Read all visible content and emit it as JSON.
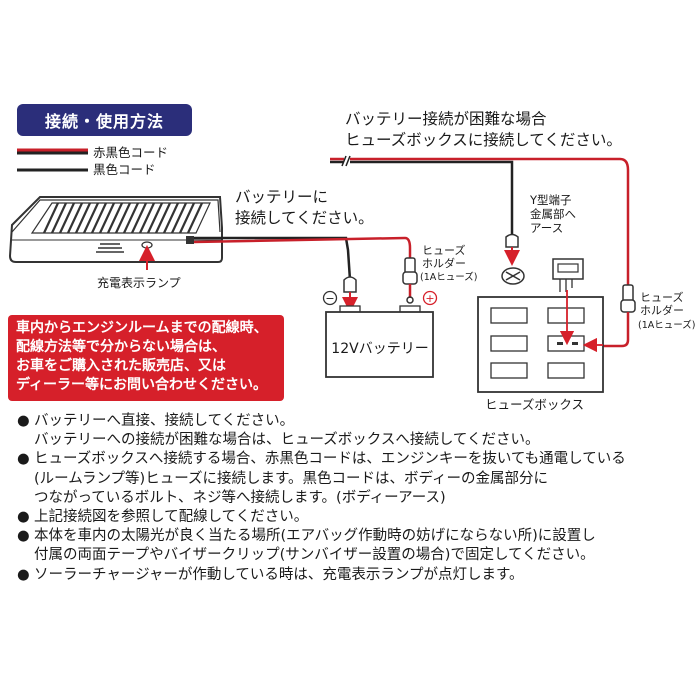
{
  "section_title": "接続・使用方法",
  "legend": {
    "red_black_cord": "赤黒色コード",
    "black_cord": "黒色コード"
  },
  "labels": {
    "fuse_box_note_line1": "バッテリー接続が困難な場合",
    "fuse_box_note_line2": "ヒューズボックスに接続してください。",
    "battery_note_line1": "バッテリーに",
    "battery_note_line2": "接続してください。",
    "indicator_lamp": "充電表示ランプ",
    "fuse_holder_left_line1": "ヒューズ",
    "fuse_holder_left_line2": "ホルダー",
    "fuse_holder_left_line3": "(1Aヒューズ)",
    "fuse_holder_right_line1": "ヒューズ",
    "fuse_holder_right_line2": "ホルダー",
    "fuse_holder_right_line3": "(1Aヒューズ)",
    "y_terminal_line1": "Y型端子",
    "y_terminal_line2": "金属部へ",
    "y_terminal_line3": "アース",
    "battery": "12Vバッテリー",
    "minus": "−",
    "plus": "+",
    "fuse_box": "ヒューズボックス"
  },
  "notice": [
    "車内からエンジンルームまでの配線時、",
    "配線方法等で分からない場合は、",
    "お車をご購入された販売店、又は",
    "ディーラー等にお問い合わせください。"
  ],
  "instructions": [
    {
      "bullet": "●",
      "lines": [
        "バッテリーへ直接、接続してください。",
        "バッテリーへの接続が困難な場合は、ヒューズボックスへ接続してください。"
      ]
    },
    {
      "bullet": "●",
      "lines": [
        "ヒューズボックスへ接続する場合、赤黒色コードは、エンジンキーを抜いても通電している",
        "(ルームランプ等)ヒューズに接続します。黒色コードは、ボディーの金属部分に",
        "つながっているボルト、ネジ等へ接続します。(ボディーアース)"
      ]
    },
    {
      "bullet": "●",
      "lines": [
        "上記接続図を参照して配線してください。"
      ]
    },
    {
      "bullet": "●",
      "lines": [
        "本体を車内の太陽光が良く当たる場所(エアバッグ作動時の妨げにならない所)に設置し",
        "付属の両面テープやバイザークリップ(サンバイザー設置の場合)で固定してください。"
      ]
    },
    {
      "bullet": "●",
      "lines": [
        "ソーラーチャージャーが作動している時は、充電表示ランプが点灯します。"
      ]
    }
  ],
  "colors": {
    "title_bg": "#2b2e7a",
    "notice_bg": "#d6202a",
    "red_cord": "#c8202a",
    "black_cord": "#222222",
    "arrow": "#d6202a"
  }
}
